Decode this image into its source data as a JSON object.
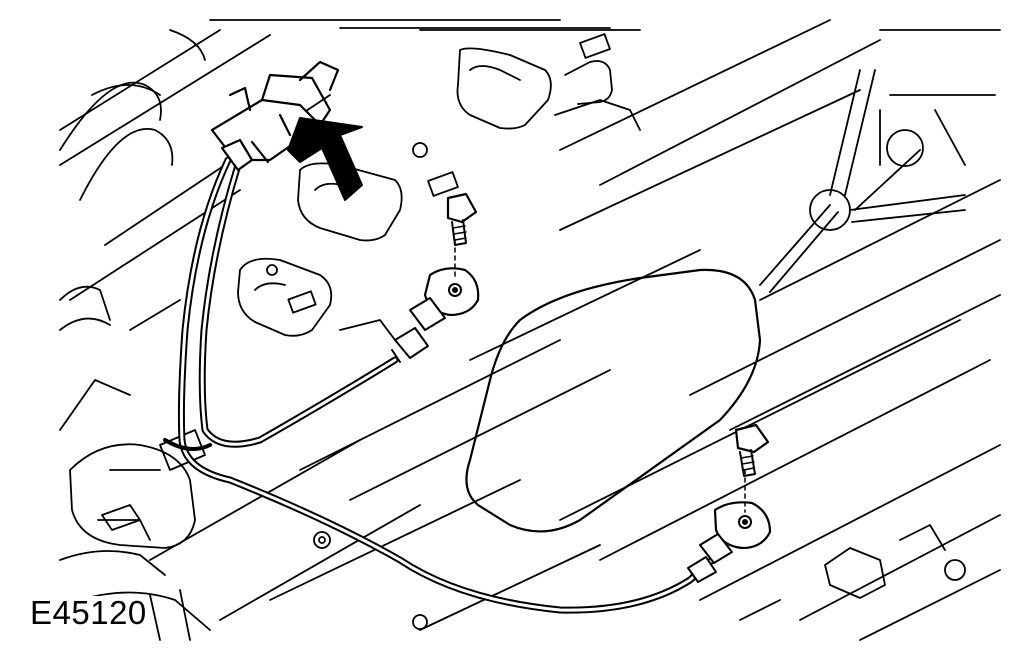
{
  "figure": {
    "code": "E45120",
    "line_color": "#000000",
    "background_color": "#ffffff"
  },
  "parts": {
    "arrow": "direction-arrow-icon",
    "connector": "electrical-connector",
    "knock_sensor_upper": "knock-sensor",
    "knock_sensor_lower": "knock-sensor",
    "bolt_upper": "bolt-icon",
    "bolt_lower": "bolt-icon"
  }
}
